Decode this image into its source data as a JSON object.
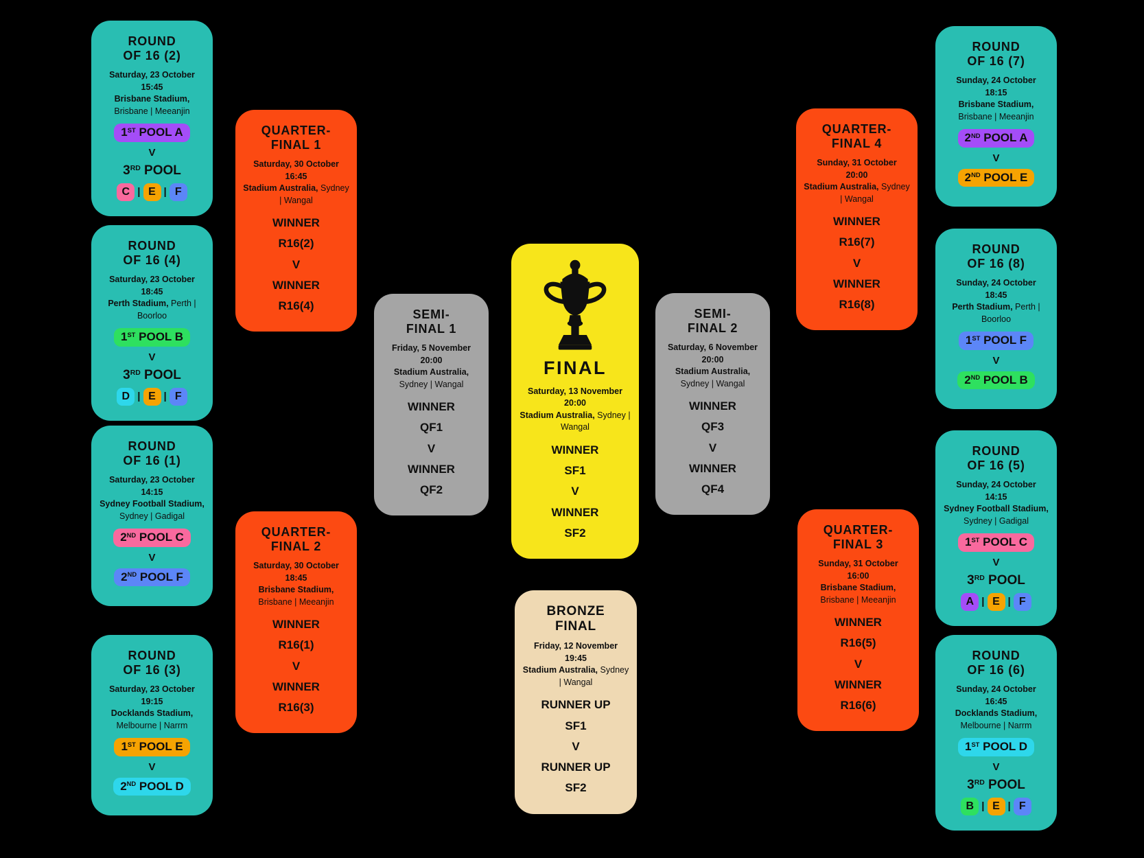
{
  "ui": {
    "chip_sep": "|"
  },
  "card_colors": {
    "teal": "#29BEB2",
    "orange": "#FC4A12",
    "gray": "#A5A5A5",
    "yellow": "#F7E51B",
    "beige": "#EFD9B3"
  },
  "pool_colors": {
    "A": "#A44DF8",
    "B": "#2EE05F",
    "C": "#F9699E",
    "D": "#2ED7EB",
    "E": "#F6A302",
    "F": "#5C86F7"
  },
  "cards": {
    "r16_2": {
      "type": "teal",
      "title": "ROUND\nOF 16 (2)",
      "date": "Saturday, 23 October",
      "time": "15:45",
      "venue": "Brisbane Stadium,",
      "place": "Brisbane | Meeanjin",
      "top": {
        "rank": "1",
        "ord": "ST",
        "pool": "POOL A",
        "color": "A"
      },
      "vs": "V",
      "bottom_label": {
        "rank": "3",
        "ord": "RD",
        "pool": "POOL"
      },
      "chips": [
        "C",
        "E",
        "F"
      ]
    },
    "r16_4": {
      "type": "teal",
      "title": "ROUND\nOF 16 (4)",
      "date": "Saturday, 23 October",
      "time": "18:45",
      "venue": "Perth Stadium,",
      "place": "Perth | Boorloo",
      "top": {
        "rank": "1",
        "ord": "ST",
        "pool": "POOL B",
        "color": "B"
      },
      "vs": "V",
      "bottom_label": {
        "rank": "3",
        "ord": "RD",
        "pool": "POOL"
      },
      "chips": [
        "D",
        "E",
        "F"
      ]
    },
    "r16_1": {
      "type": "teal",
      "title": "ROUND\nOF 16 (1)",
      "date": "Saturday, 23 October",
      "time": "14:15",
      "venue": "Sydney Football Stadium,",
      "place": "Sydney | Gadigal",
      "top": {
        "rank": "2",
        "ord": "ND",
        "pool": "POOL C",
        "color": "C"
      },
      "vs": "V",
      "bottom": {
        "rank": "2",
        "ord": "ND",
        "pool": "POOL F",
        "color": "F"
      }
    },
    "r16_3": {
      "type": "teal",
      "title": "ROUND\nOF 16 (3)",
      "date": "Saturday, 23 October",
      "time": "19:15",
      "venue": "Docklands Stadium,",
      "place": "Melbourne | Narrm",
      "top": {
        "rank": "1",
        "ord": "ST",
        "pool": "POOL E",
        "color": "E"
      },
      "vs": "V",
      "bottom": {
        "rank": "2",
        "ord": "ND",
        "pool": "POOL D",
        "color": "D"
      }
    },
    "qf1": {
      "type": "orange",
      "title": "QUARTER-\nFINAL 1",
      "date": "Saturday, 30 October",
      "time": "16:45",
      "venue": "Stadium Australia,",
      "place": "Sydney | Wangal",
      "lines": [
        "WINNER",
        "R16(2)",
        "V",
        "WINNER",
        "R16(4)"
      ]
    },
    "qf2": {
      "type": "orange",
      "title": "QUARTER-\nFINAL 2",
      "date": "Saturday, 30 October",
      "time": "18:45",
      "venue": "Brisbane Stadium,",
      "place": "Brisbane | Meeanjin",
      "lines": [
        "WINNER",
        "R16(1)",
        "V",
        "WINNER",
        "R16(3)"
      ]
    },
    "sf1": {
      "type": "gray",
      "title": "SEMI-\nFINAL 1",
      "date": "Friday, 5 November",
      "time": "20:00",
      "venue": "Stadium Australia,",
      "place": "Sydney | Wangal",
      "lines": [
        "WINNER",
        "QF1",
        "V",
        "WINNER",
        "QF2"
      ]
    },
    "final": {
      "type": "yellow",
      "trophy": true,
      "title": "FINAL",
      "date": "Saturday, 13 November",
      "time": "20:00",
      "venue": "Stadium Australia,",
      "place": "Sydney | Wangal",
      "lines": [
        "WINNER",
        "SF1",
        "V",
        "WINNER",
        "SF2"
      ]
    },
    "bronze": {
      "type": "beige",
      "title": "BRONZE\nFINAL",
      "date": "Friday, 12 November",
      "time": "19:45",
      "venue": "Stadium Australia,",
      "place": "Sydney | Wangal",
      "lines": [
        "RUNNER UP",
        "SF1",
        "V",
        "RUNNER UP",
        "SF2"
      ]
    },
    "sf2": {
      "type": "gray",
      "title": "SEMI-\nFINAL 2",
      "date": "Saturday, 6 November",
      "time": "20:00",
      "venue": "Stadium Australia,",
      "place": "Sydney | Wangal",
      "lines": [
        "WINNER",
        "QF3",
        "V",
        "WINNER",
        "QF4"
      ]
    },
    "qf4": {
      "type": "orange",
      "title": "QUARTER-\nFINAL 4",
      "date": "Sunday, 31 October",
      "time": "20:00",
      "venue": "Stadium Australia,",
      "place": "Sydney | Wangal",
      "lines": [
        "WINNER",
        "R16(7)",
        "V",
        "WINNER",
        "R16(8)"
      ]
    },
    "qf3": {
      "type": "orange",
      "title": "QUARTER-\nFINAL 3",
      "date": "Sunday, 31 October",
      "time": "16:00",
      "venue": "Brisbane Stadium,",
      "place": "Brisbane | Meeanjin",
      "lines": [
        "WINNER",
        "R16(5)",
        "V",
        "WINNER",
        "R16(6)"
      ]
    },
    "r16_7": {
      "type": "teal",
      "title": "ROUND\nOF 16 (7)",
      "date": "Sunday, 24 October",
      "time": "18:15",
      "venue": "Brisbane Stadium,",
      "place": "Brisbane | Meeanjin",
      "top": {
        "rank": "2",
        "ord": "ND",
        "pool": "POOL A",
        "color": "A"
      },
      "vs": "V",
      "bottom": {
        "rank": "2",
        "ord": "ND",
        "pool": "POOL E",
        "color": "E"
      }
    },
    "r16_8": {
      "type": "teal",
      "title": "ROUND\nOF 16 (8)",
      "date": "Sunday, 24 October",
      "time": "18:45",
      "venue": "Perth Stadium,",
      "place": "Perth | Boorloo",
      "top": {
        "rank": "1",
        "ord": "ST",
        "pool": "POOL F",
        "color": "F"
      },
      "vs": "V",
      "bottom": {
        "rank": "2",
        "ord": "ND",
        "pool": "POOL B",
        "color": "B"
      }
    },
    "r16_5": {
      "type": "teal",
      "title": "ROUND\nOF 16 (5)",
      "date": "Sunday, 24 October",
      "time": "14:15",
      "venue": "Sydney Football Stadium,",
      "place": "Sydney | Gadigal",
      "top": {
        "rank": "1",
        "ord": "ST",
        "pool": "POOL C",
        "color": "C"
      },
      "vs": "V",
      "bottom_label": {
        "rank": "3",
        "ord": "RD",
        "pool": "POOL"
      },
      "chips": [
        "A",
        "E",
        "F"
      ]
    },
    "r16_6": {
      "type": "teal",
      "title": "ROUND\nOF 16 (6)",
      "date": "Sunday, 24 October",
      "time": "16:45",
      "venue": "Docklands Stadium,",
      "place": "Melbourne | Narrm",
      "top": {
        "rank": "1",
        "ord": "ST",
        "pool": "POOL D",
        "color": "D"
      },
      "vs": "V",
      "bottom_label": {
        "rank": "3",
        "ord": "RD",
        "pool": "POOL"
      },
      "chips": [
        "B",
        "E",
        "F"
      ]
    }
  }
}
